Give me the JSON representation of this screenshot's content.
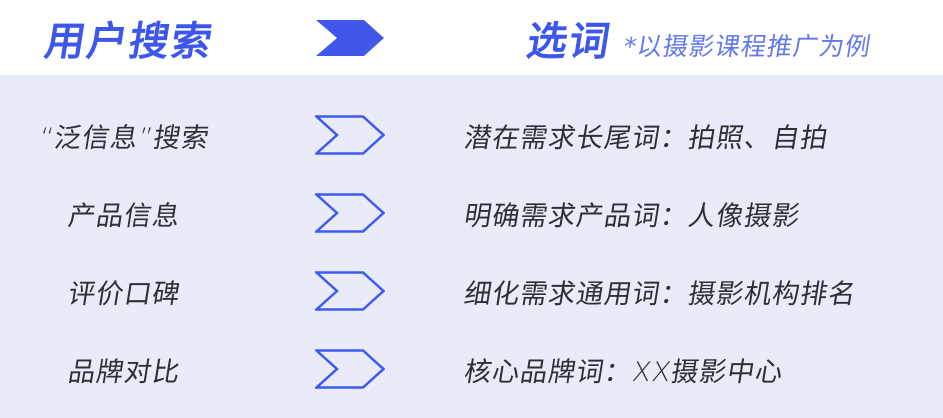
{
  "header": {
    "left_title": "用户搜索",
    "right_title": "选词",
    "right_note": "*以摄影课程推广为例"
  },
  "rows": [
    {
      "source": "“泛信息”搜索",
      "target": "潜在需求长尾词：拍照、自拍"
    },
    {
      "source": "产品信息",
      "target": "明确需求产品词：人像摄影"
    },
    {
      "source": "评价口碑",
      "target": "细化需求通用词：摄影机构排名"
    },
    {
      "source": "品牌对比",
      "target": "核心品牌词：XX摄影中心"
    }
  ],
  "colors": {
    "header_bg": "#FFFFFF",
    "body_bg": "#E9ECF8",
    "title_blue": "#3D56EB",
    "note_blue": "#6478F0",
    "arrow_fill": "#4157EA",
    "arrow_stroke": "#3D5AF1",
    "text_dark": "#2F3035"
  }
}
